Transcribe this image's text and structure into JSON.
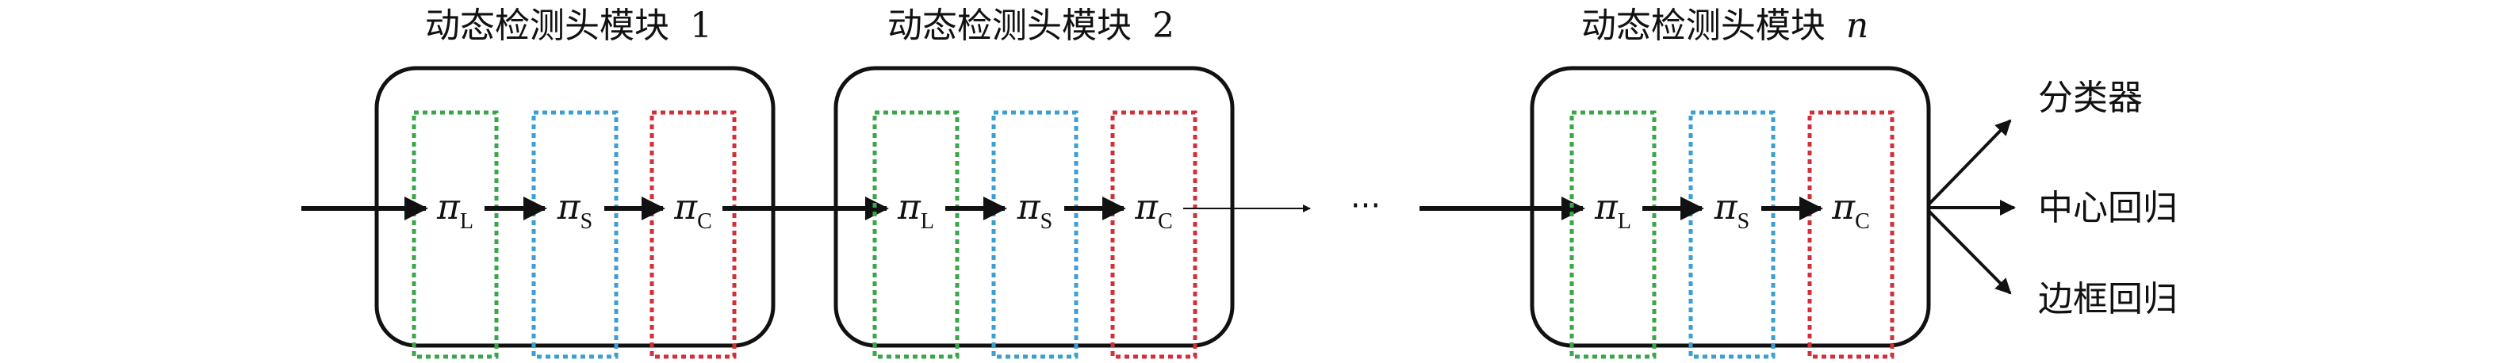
{
  "modules": [
    {
      "title_main": "动态检测头模块",
      "title_index": "1",
      "blocks": [
        {
          "symbol": "π",
          "subscript": "L",
          "color": "#3aa64a"
        },
        {
          "symbol": "π",
          "subscript": "S",
          "color": "#3a9fd3"
        },
        {
          "symbol": "π",
          "subscript": "C",
          "color": "#d32f3a"
        }
      ]
    },
    {
      "title_main": "动态检测头模块",
      "title_index": "2",
      "blocks": [
        {
          "symbol": "π",
          "subscript": "L",
          "color": "#3aa64a"
        },
        {
          "symbol": "π",
          "subscript": "S",
          "color": "#3a9fd3"
        },
        {
          "symbol": "π",
          "subscript": "C",
          "color": "#d32f3a"
        }
      ]
    },
    {
      "title_main": "动态检测头模块",
      "title_index": "n",
      "blocks": [
        {
          "symbol": "π",
          "subscript": "L",
          "color": "#3aa64a"
        },
        {
          "symbol": "π",
          "subscript": "S",
          "color": "#3a9fd3"
        },
        {
          "symbol": "π",
          "subscript": "C",
          "color": "#d32f3a"
        }
      ]
    }
  ],
  "ellipsis": "···",
  "outputs": [
    "分类器",
    "中心回归",
    "边框回归"
  ]
}
